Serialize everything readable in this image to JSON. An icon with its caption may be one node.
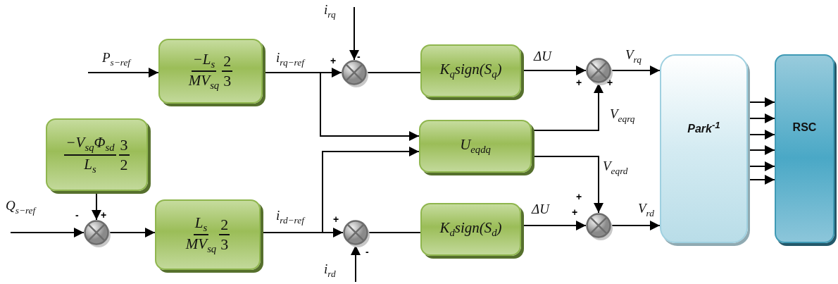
{
  "diagram": {
    "nodes": [
      {
        "text": [
          "−L$_{s}$",
          "MV$_{sq}$",
          "2",
          "3"
        ]
      },
      {
        "text": [
          "−V$_{sq}$Φ$_{sd}$",
          "L$_{s}$",
          "3",
          "2"
        ]
      },
      {
        "text": [
          "L$_{s}$",
          "MV$_{sq}$",
          "2",
          "3"
        ]
      },
      {
        "text": [],
        "shape": "circle",
        "beside": [
          "+",
          "-"
        ]
      },
      {
        "text": [],
        "shape": "circle",
        "beside": [
          "-",
          "+"
        ]
      },
      {
        "text": [],
        "shape": "circle",
        "beside": [
          "+",
          "-"
        ]
      },
      {
        "text": [
          "K$_{q}$sign(S$_{q}$)"
        ]
      },
      {
        "text": [
          "U$_{eq}$$_{dq}$"
        ]
      },
      {
        "text": [
          "K$_{d}$sign(S$_{d}$)"
        ]
      },
      {
        "text": [],
        "shape": "circle",
        "beside": [
          "+",
          "+"
        ]
      },
      {
        "text": [],
        "shape": "circle",
        "beside": [
          "+",
          "+"
        ]
      },
      {
        "text": [
          "Park$^{-1}$"
        ]
      },
      {
        "text": [
          "RSC"
        ]
      }
    ],
    "edges": [
      {
        "from": null,
        "to": 0,
        "arrow": "to",
        "label": "P$_{s−ref}$"
      },
      {
        "from": 0,
        "to": 3,
        "arrow": "to",
        "label": "i$_{rq−ref}$"
      },
      {
        "from": 0,
        "to": 7,
        "arrow": "to"
      },
      {
        "from": null,
        "to": 3,
        "arrow": "to",
        "label": "i$_{rq}$"
      },
      {
        "from": 3,
        "to": 6,
        "arrow": "none"
      },
      {
        "from": 6,
        "to": 9,
        "arrow": "to",
        "label": "ΔU"
      },
      {
        "from": 7,
        "to": 9,
        "arrow": "to",
        "label": "V$_{eq}$$_{rq}$"
      },
      {
        "from": 9,
        "to": 11,
        "arrow": "to",
        "label": "V$_{rq}$"
      },
      {
        "from": 1,
        "to": 4,
        "arrow": "to"
      },
      {
        "from": null,
        "to": 4,
        "arrow": "to",
        "label": "Q$_{s−ref}$"
      },
      {
        "from": 4,
        "to": 2,
        "arrow": "to"
      },
      {
        "from": 2,
        "to": 5,
        "arrow": "to",
        "label": "i$_{rd−ref}$"
      },
      {
        "from": 2,
        "to": 7,
        "arrow": "to"
      },
      {
        "from": null,
        "to": 5,
        "arrow": "to",
        "label": "i$_{rd}$"
      },
      {
        "from": 5,
        "to": 8,
        "arrow": "none"
      },
      {
        "from": 8,
        "to": 10,
        "arrow": "to",
        "label": "ΔU"
      },
      {
        "from": 7,
        "to": 10,
        "arrow": "to",
        "label": "V$_{eq}$$_{rd}$"
      },
      {
        "from": 10,
        "to": 11,
        "arrow": "to",
        "label": "V$_{rd}$"
      },
      {
        "from": 11,
        "to": 12,
        "arrow": "to"
      },
      {
        "from": 11,
        "to": 12,
        "arrow": "to"
      },
      {
        "from": 11,
        "to": 12,
        "arrow": "to"
      },
      {
        "from": 11,
        "to": 12,
        "arrow": "to"
      },
      {
        "from": 11,
        "to": 12,
        "arrow": "to"
      },
      {
        "from": 11,
        "to": 12,
        "arrow": "to"
      }
    ]
  }
}
